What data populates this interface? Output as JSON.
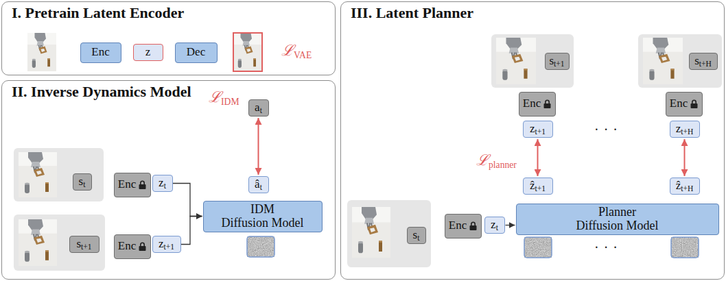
{
  "diagram": {
    "nodes": [
      {
        "text": [
          "I. Pretrain Latent Encoder"
        ]
      },
      {
        "text": [
          "Enc"
        ],
        "in": 0
      },
      {
        "text": [
          "z"
        ],
        "in": 0
      },
      {
        "text": [
          "Dec"
        ],
        "in": 0
      },
      {
        "text": [
          "II. Inverse Dynamics Model"
        ]
      },
      {
        "text": [
          "st"
        ],
        "in": 4
      },
      {
        "text": [
          "Enc"
        ],
        "in": 4
      },
      {
        "text": [
          "zt"
        ],
        "in": 4
      },
      {
        "text": [
          "st+1"
        ],
        "in": 4
      },
      {
        "text": [
          "Enc"
        ],
        "in": 4
      },
      {
        "text": [
          "zt+1"
        ],
        "in": 4
      },
      {
        "text": [
          "at"
        ],
        "in": 4
      },
      {
        "text": [
          "ât"
        ],
        "in": 4
      },
      {
        "text": [
          "IDM Diffusion Model"
        ],
        "in": 4
      },
      {
        "text": [
          "III. Latent Planner"
        ]
      },
      {
        "text": [
          "st+1"
        ],
        "in": 14
      },
      {
        "text": [
          "st+H"
        ],
        "in": 14
      },
      {
        "text": [
          "Enc"
        ],
        "in": 14
      },
      {
        "text": [
          "Enc"
        ],
        "in": 14
      },
      {
        "text": [
          "zt+1"
        ],
        "in": 14
      },
      {
        "text": [
          "zt+H"
        ],
        "in": 14
      },
      {
        "text": [
          "ẑt+1"
        ],
        "in": 14
      },
      {
        "text": [
          "ẑt+H"
        ],
        "in": 14
      },
      {
        "text": [
          "st"
        ],
        "in": 14
      },
      {
        "text": [
          "Enc"
        ],
        "in": 14
      },
      {
        "text": [
          "zt"
        ],
        "in": 14
      },
      {
        "text": [
          "Planner Diffusion Model"
        ],
        "in": 14
      }
    ],
    "edges": [
      {
        "from": 7,
        "to": 13,
        "arrow": "to"
      },
      {
        "from": 10,
        "to": 13,
        "arrow": "to"
      },
      {
        "from": 11,
        "to": 12,
        "arrow": "both"
      },
      {
        "from": 25,
        "to": 26,
        "arrow": "to"
      },
      {
        "from": 19,
        "to": 21,
        "arrow": "both"
      },
      {
        "from": 20,
        "to": 22,
        "arrow": "both"
      }
    ],
    "labels": [
      "ℒVAE",
      "ℒIDM",
      "ℒplanner",
      "· · ·",
      "· · ·"
    ]
  }
}
